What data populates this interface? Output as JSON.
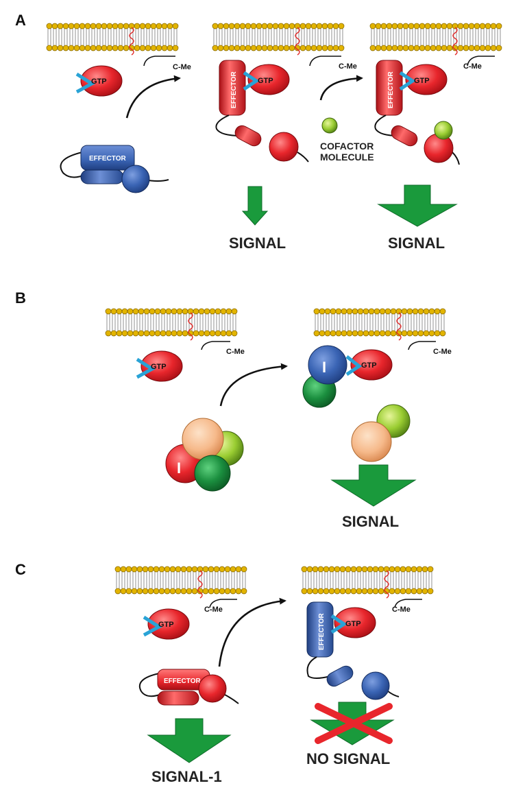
{
  "panels": {
    "a": {
      "letter": "A",
      "gtp": "GTP",
      "cme": "C-Me",
      "effector": "EFFECTOR",
      "cofactor_line1": "COFACTOR",
      "cofactor_line2": "MOLECULE",
      "signal_left": "SIGNAL",
      "signal_right": "SIGNAL"
    },
    "b": {
      "letter": "B",
      "gtp": "GTP",
      "cme": "C-Me",
      "inhibitor": "I",
      "signal": "SIGNAL"
    },
    "c": {
      "letter": "C",
      "gtp": "GTP",
      "cme": "C-Me",
      "effector": "EFFECTOR",
      "signal_left": "SIGNAL-1",
      "no_signal": "NO SIGNAL"
    }
  },
  "colors": {
    "ras_red": "#e8262c",
    "effector_blue": "#3a64b4",
    "arrow_green": "#1a9a3c",
    "cofactor_green": "#9acd32",
    "peach": "#f6b98a",
    "dark_green": "#1b8f3f",
    "lipid_gold": "#e2b400",
    "cyan_lipid": "#29a3d6",
    "cross_red": "#e8262c"
  }
}
